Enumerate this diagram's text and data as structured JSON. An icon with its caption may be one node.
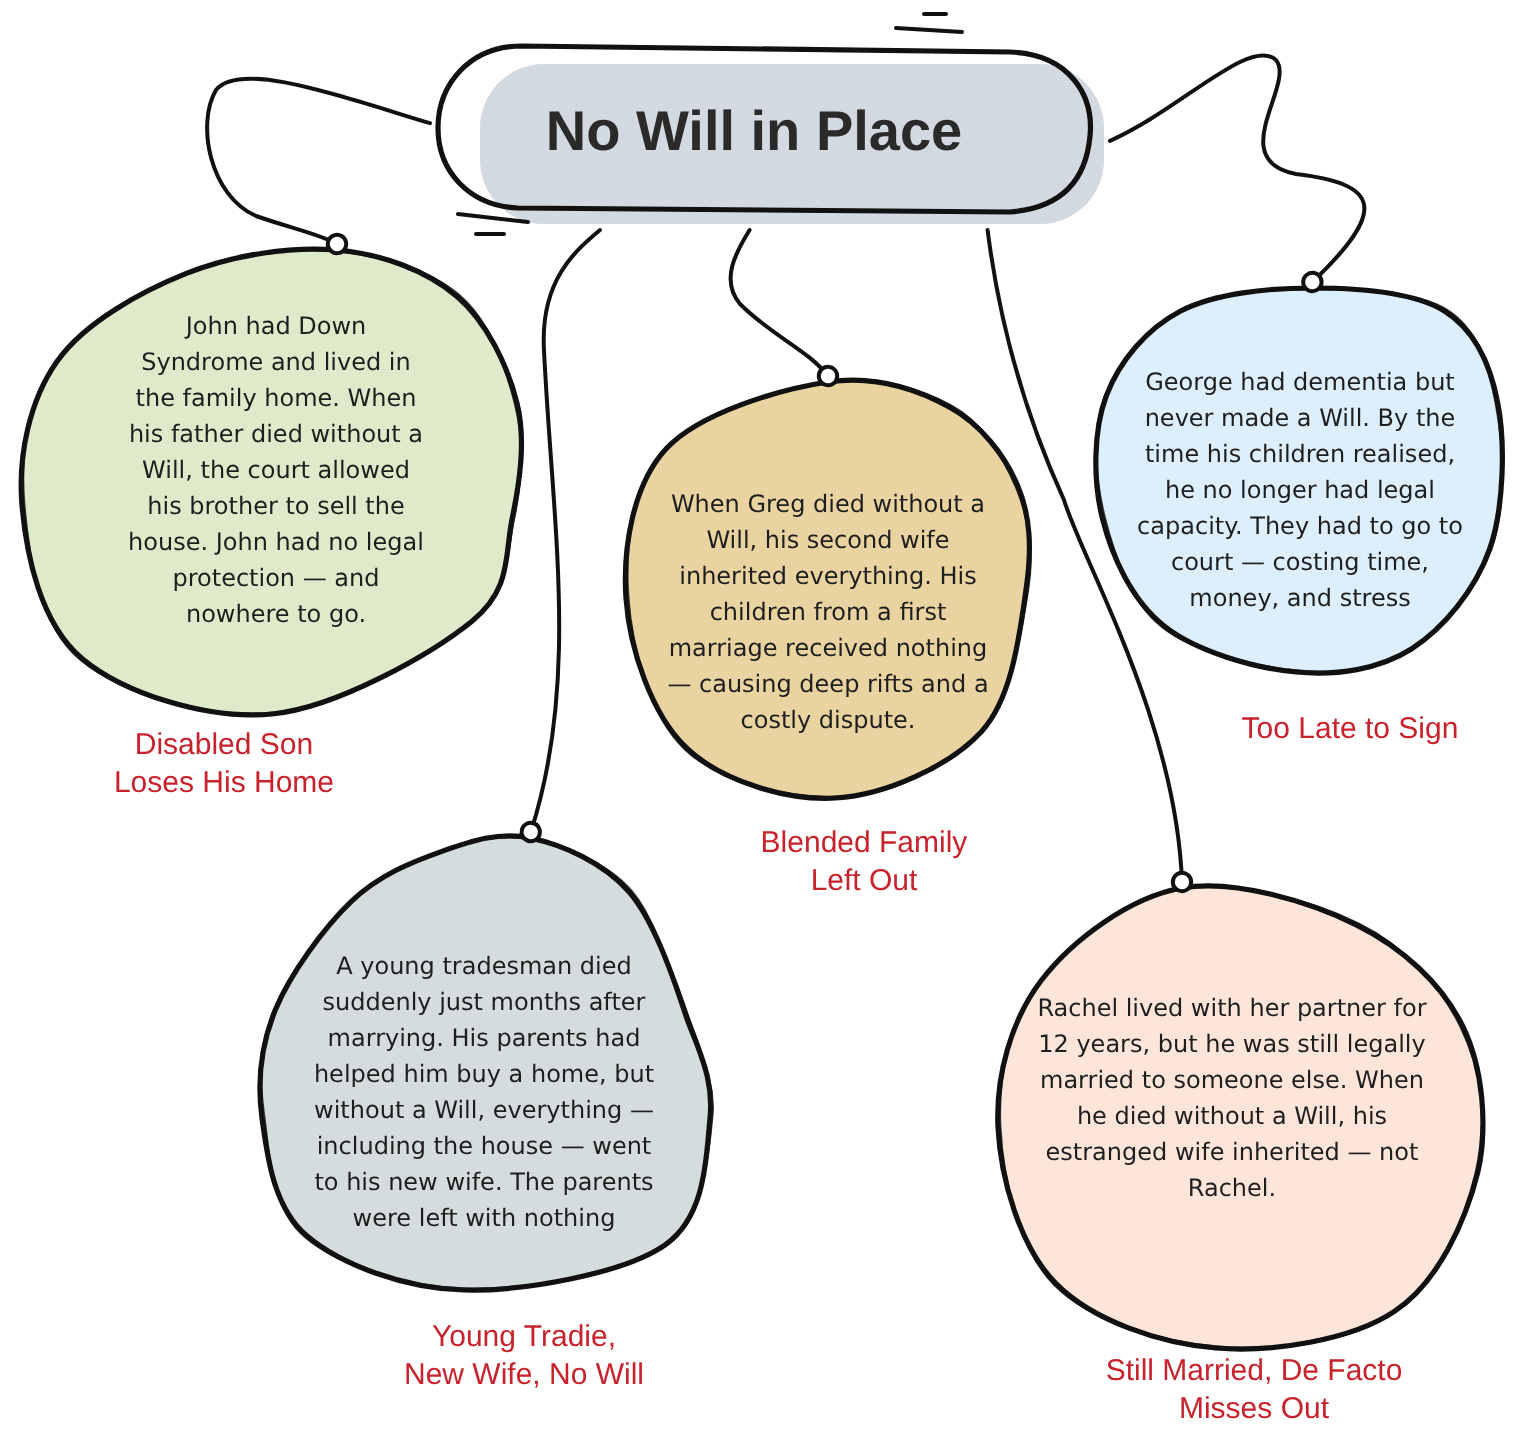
{
  "diagram": {
    "nodes": [
      {
        "text": [
          "No Will in Place"
        ]
      },
      {
        "text": [
          "John had Down Syndrome and lived in the family home. When his father died without a Will, the court allowed his brother to sell the house. John had no legal protection — and nowhere to go."
        ],
        "beside": [
          "Disabled Son Loses His Home"
        ]
      },
      {
        "text": [
          "When Greg died without a Will, his second wife inherited everything. His children from a first marriage received nothing — causing deep rifts and a costly dispute."
        ],
        "beside": [
          "Blended Family Left Out"
        ]
      },
      {
        "text": [
          "George had dementia but never made a Will. By the time his children realised, he no longer had legal capacity. They had to go to court — costing time, money, and stress"
        ],
        "beside": [
          "Too Late to Sign"
        ]
      },
      {
        "text": [
          "A young tradesman died suddenly just months after marrying. His parents had helped him buy a home, but without a Will, everything — including the house — went to his new wife. The parents were left with nothing"
        ],
        "beside": [
          "Young Tradie, New Wife, No Will"
        ]
      },
      {
        "text": [
          "Rachel lived with her partner for 12 years, but he was still legally married to someone else. When he died without a Will, his estranged wife inherited — not Rachel."
        ],
        "beside": [
          "Still Married, De Facto Misses Out"
        ]
      }
    ],
    "edges": [
      {
        "from": 0,
        "to": 1,
        "arrow": "other"
      },
      {
        "from": 0,
        "to": 2,
        "arrow": "other"
      },
      {
        "from": 0,
        "to": 3,
        "arrow": "other"
      },
      {
        "from": 0,
        "to": 4,
        "arrow": "other"
      },
      {
        "from": 0,
        "to": 5,
        "arrow": "other"
      }
    ]
  }
}
